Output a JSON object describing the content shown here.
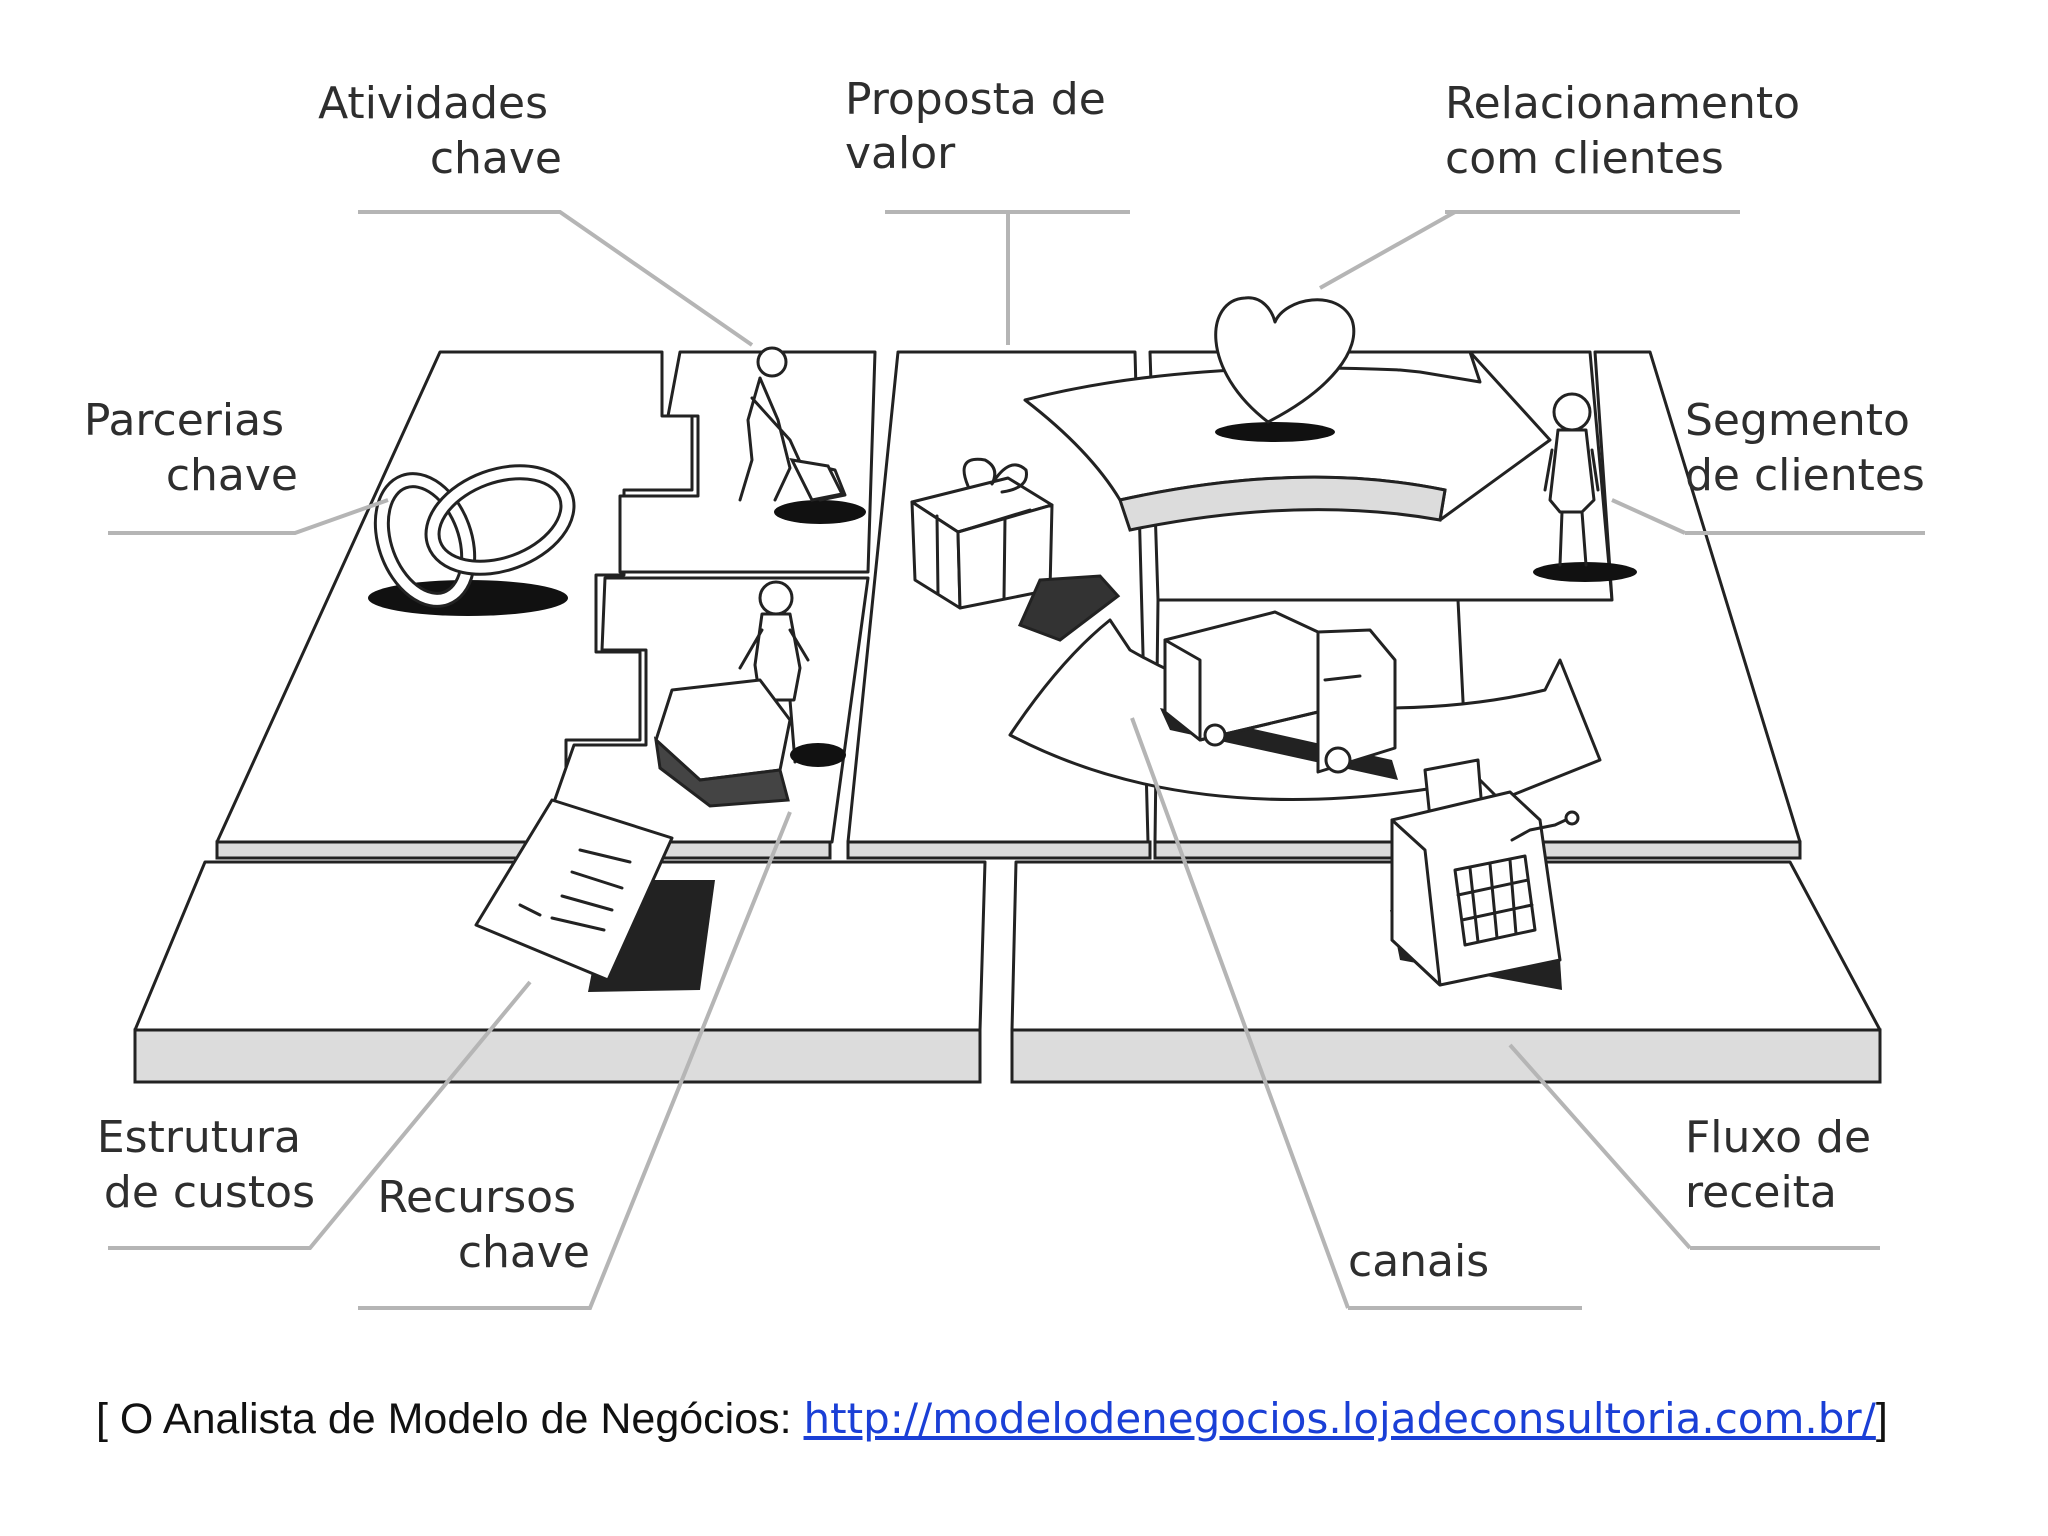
{
  "labels": {
    "key_activities": [
      "Atividades",
      "chave"
    ],
    "value_proposition": [
      "Proposta de",
      "valor"
    ],
    "customer_relationships": [
      "Relacionamento",
      "com clientes"
    ],
    "key_partners": [
      "Parcerias",
      "chave"
    ],
    "customer_segments": [
      "Segmento",
      "de clientes"
    ],
    "cost_structure": [
      "Estrutura",
      "de custos"
    ],
    "key_resources": [
      "Recursos",
      "chave"
    ],
    "channels": [
      "canais"
    ],
    "revenue_streams": [
      "Fluxo de",
      "receita"
    ]
  },
  "caption": {
    "prefix": "[ O Analista de Modelo de Negócios: ",
    "link_text": "http://modelodenegocios.lojadeconsultoria.com.br/",
    "suffix": "]"
  },
  "colors": {
    "outline": "#222222",
    "leader_line": "#b5b5b5",
    "board_side": "#dcdcdc",
    "link": "#1a3fd6"
  },
  "icons": [
    "rings-icon",
    "digging-person-icon",
    "person-with-machine-icon",
    "gift-box-icon",
    "heart-icon",
    "truck-icon",
    "person-icon",
    "cash-register-icon",
    "document-icon"
  ]
}
